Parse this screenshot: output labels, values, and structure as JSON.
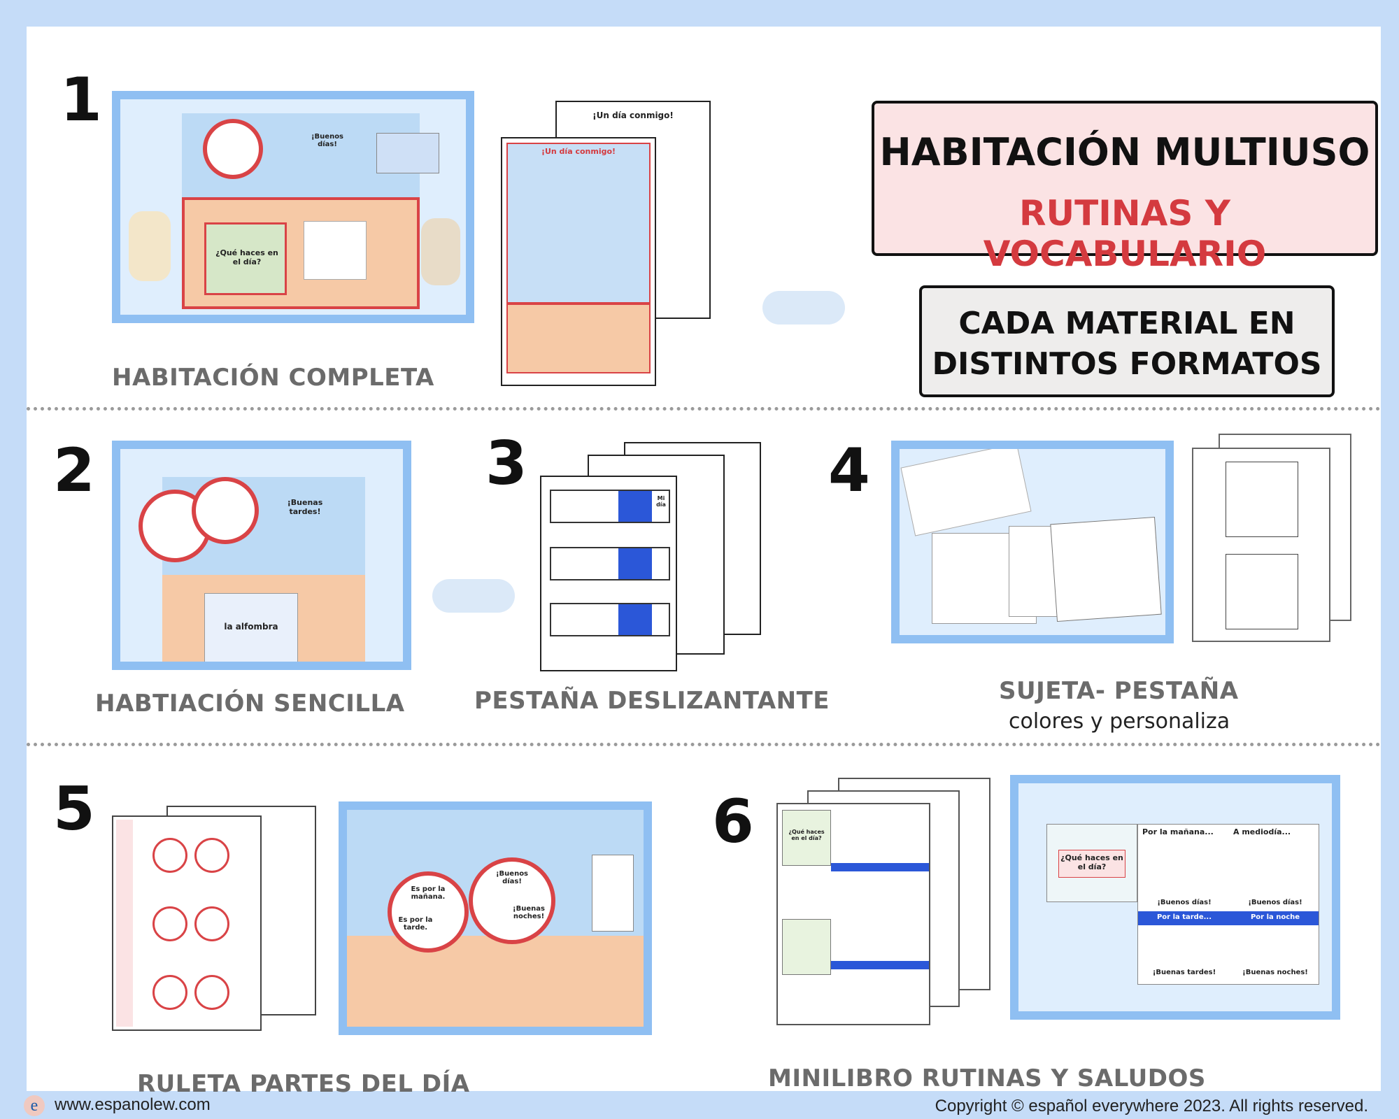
{
  "header": {
    "title": "HABITACIÓN MULTIUSO",
    "subtitle": "RUTINAS Y VOCABULARIO",
    "formats_line1": "CADA MATERIAL EN",
    "formats_line2": "DISTINTOS FORMATOS"
  },
  "sections": [
    {
      "number": "1",
      "caption": "HABITACIÓN COMPLETA"
    },
    {
      "number": "2",
      "caption": "HABTIACIÓN SENCILLA"
    },
    {
      "number": "3",
      "caption": "PESTAÑA DESLIZANTANTE"
    },
    {
      "number": "4",
      "caption": "SUJETA- PESTAÑA",
      "subcaption": "colores y personaliza"
    },
    {
      "number": "5",
      "caption": "RULETA PARTES DEL  DÍA"
    },
    {
      "number": "6",
      "caption": "MINILIBRO RUTINAS Y SALUDOS"
    }
  ],
  "thumb_text": {
    "buenos_dias": "¡Buenos días!",
    "buenas_tardes": "¡Buenas tardes!",
    "buenas_noches": "¡Buenas noches!",
    "que_haces": "¿Qué haces en el día?",
    "alfombra": "la alfombra",
    "un_dia": "¡Un día conmigo!",
    "mi_dia": "Mi día",
    "es_manana": "Es por la mañana.",
    "es_tarde": "Es por la tarde.",
    "por_manana": "Por la mañana...",
    "a_mediodia": "A mediodía...",
    "por_tarde": "Por la tarde...",
    "por_noche": "Por la noche",
    "buenos_dias_plain": "¡Buenos días!",
    "buenas_tardes_plain": "¡Buenas tardes!",
    "buenas_noches_plain": "¡Buenas noches!"
  },
  "footer": {
    "logo_letter": "e",
    "url": "www.espanolew.com",
    "copyright": "Copyright © español everywhere 2023. All rights reserved."
  },
  "colors": {
    "border_blue": "#8fbff2",
    "background_blue": "#c5dcf8",
    "title_red": "#d43a3f",
    "title_box_pink": "#fbe3e4",
    "caption_gray": "#6b6b6b"
  }
}
